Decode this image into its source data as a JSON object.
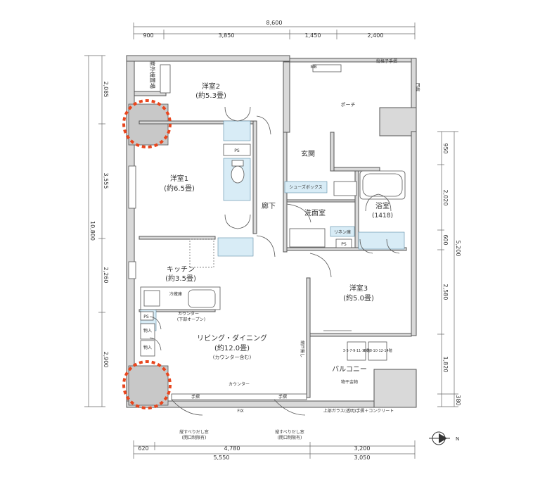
{
  "dimensions": {
    "top_total": "8,600",
    "top_segments": [
      "900",
      "3,850",
      "1,450",
      "2,400"
    ],
    "bottom_segments": [
      "620",
      "4,780",
      "3,200"
    ],
    "bottom_totals": [
      "5,550",
      "3,050"
    ],
    "left_total": "10,800",
    "left_segments": [
      "2,085",
      "3,555",
      "2,260",
      "2,900"
    ],
    "right_segments": [
      "950",
      "2,020",
      "600",
      "2,580",
      "1,820",
      "380"
    ],
    "right_total": "5,200"
  },
  "rooms": {
    "western2": {
      "name": "洋室2",
      "size": "(約5.3畳)"
    },
    "western1": {
      "name": "洋室1",
      "size": "(約6.5畳)"
    },
    "western3": {
      "name": "洋室3",
      "size": "(約5.0畳)"
    },
    "kitchen": {
      "name": "キッチン",
      "size": "(約3.5畳)"
    },
    "living": {
      "name": "リビング・ダイニング",
      "size": "(約12.0畳)",
      "note": "(カウンター含む)"
    },
    "entrance": "玄関",
    "corridor": "廊下",
    "washroom": "洗面室",
    "bathroom": {
      "name": "浴室",
      "size": "(1418)"
    },
    "balcony": "バルコニー",
    "porch": "ポーチ",
    "ac_space": "室外機置場"
  },
  "labels": {
    "ps": "PS",
    "mb": "MB",
    "shoebox": "シューズボックス",
    "linen": "リネン庫",
    "counter_kitchen": "カウンター",
    "counter_kitchen_sub": "(下部オープン)",
    "counter_living": "カウンター",
    "closet": "物入",
    "handrail": "手摺",
    "fix": "FIX",
    "lattice_rail": "縦格子手摺",
    "glass_rail": "上部ガラス(透明)手摺＋コンクリート",
    "rail_hardware": "物干金物",
    "gate": "門扉",
    "sliding_window": "縦すべりだし窓",
    "window_note": "(開口制限有)",
    "fridge": "冷蔵庫",
    "screen": "網戸無し",
    "stand_a": "3·5·7·9·11·13階",
    "stand_b": "4·6·8·10·12·14階"
  },
  "compass": {
    "label": "N"
  },
  "colors": {
    "highlight": "#e8461e",
    "storage": "#d8ecf6",
    "wall": "#d9d9d9"
  }
}
